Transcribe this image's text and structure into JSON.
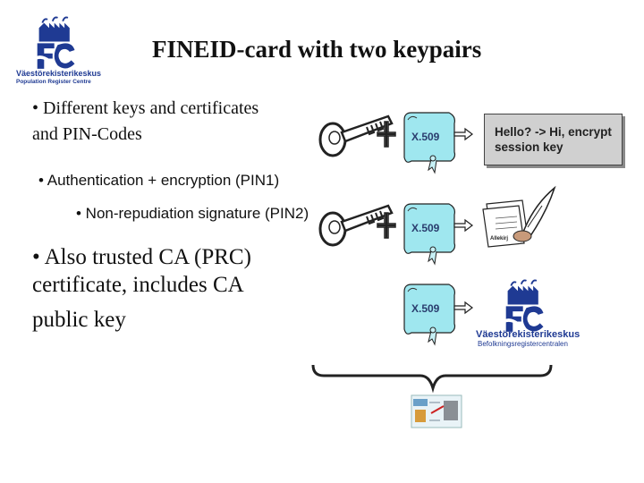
{
  "slide": {
    "title": "FINEID-card with two keypairs",
    "bullets": {
      "b1": [
        "• Different keys and certificates",
        "and PIN-Codes"
      ],
      "b2": "• Authentication + encryption (PIN1)",
      "b3": "• Non-repudiation signature (PIN2)",
      "b4": [
        "• Also trusted CA (PRC)",
        "certificate, includes CA",
        "public key"
      ]
    },
    "certificate_label": "X.509",
    "callout": [
      "Hello? -> Hi, encrypt",
      "session key"
    ],
    "logo": {
      "name": "Väestörekisterikeskus",
      "sub_tl": "Population Register Centre",
      "sub_br": "Befolkningsregistercentralen"
    },
    "signature_paper_text": "Allekirj",
    "colors": {
      "logo_blue": "#1f3a93",
      "cert_cyan": "#9fe7ef",
      "callout_gray": "#d0d0d0"
    },
    "icons": [
      "key-icon",
      "plus-icon",
      "certificate-scroll-icon",
      "arrow-right-icon",
      "quill-pen-paper-icon",
      "id-card-icon",
      "curly-brace-icon"
    ]
  }
}
